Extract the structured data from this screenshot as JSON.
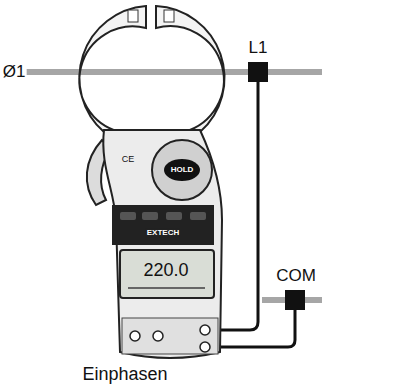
{
  "diagram": {
    "caption": "Einphasen",
    "labels": [
      "Ø1",
      "L1",
      "COM",
      "CE",
      "HOLD",
      "EXTECH",
      "220.0"
    ]
  }
}
